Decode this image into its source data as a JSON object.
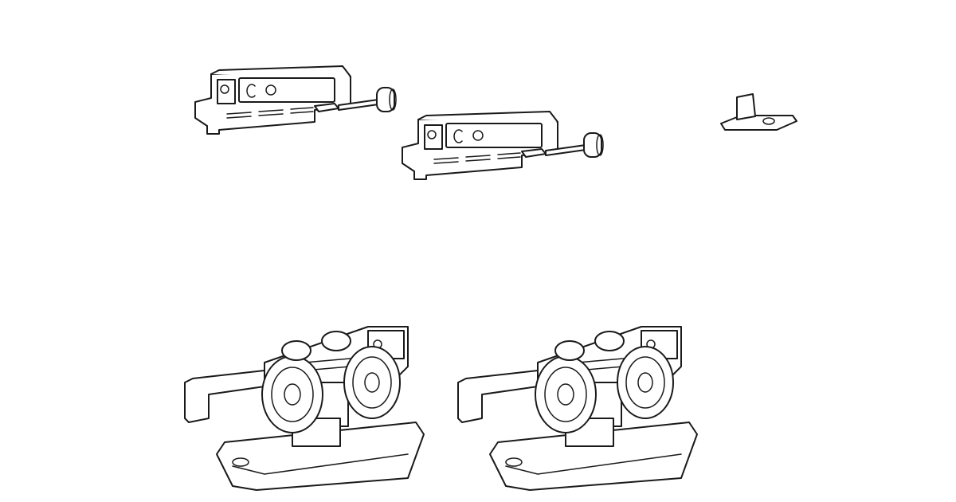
{
  "colors": {
    "background": "#ffffff",
    "line": "#1a1a1a"
  },
  "parts": [
    {
      "kind": "soft-close-damper"
    },
    {
      "kind": "soft-close-damper"
    },
    {
      "kind": "floor-guide"
    },
    {
      "kind": "roller-carriage"
    },
    {
      "kind": "roller-carriage"
    }
  ]
}
